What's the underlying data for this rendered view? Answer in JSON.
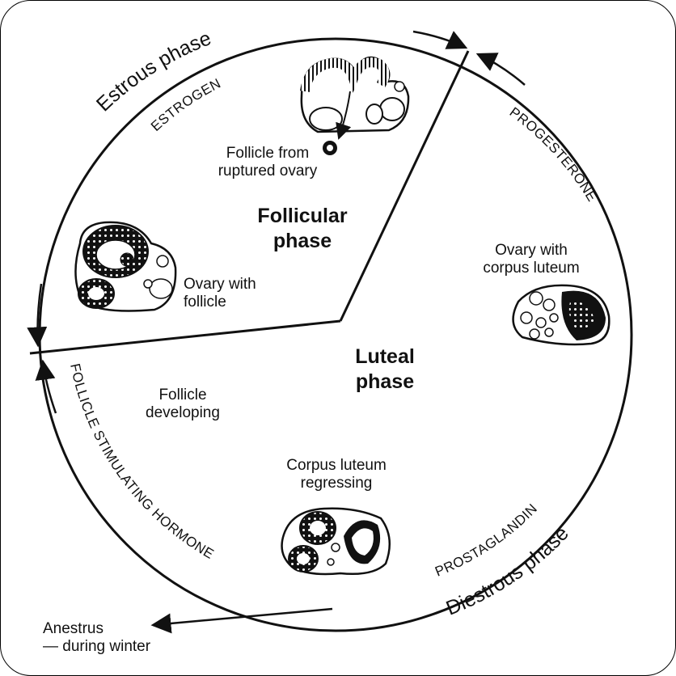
{
  "phases": {
    "follicular": "Follicular\nphase",
    "luteal": "Luteal\nphase"
  },
  "arc_labels": {
    "estrous": "Estrous phase",
    "estrogen": "ESTROGEN",
    "progesterone": "PROGESTERONE",
    "prostaglandin": "PROSTAGLANDIN",
    "diestrous": "Diestrous phase",
    "fsh": "FOLLICLE STIMULATING HORMONE"
  },
  "annotations": {
    "follicle_ruptured": "Follicle from\nruptured ovary",
    "ovary_follicle": "Ovary with\nfollicle",
    "ovary_corpus_luteum": "Ovary with\ncorpus luteum",
    "follicle_developing": "Follicle\ndeveloping",
    "corpus_regressing": "Corpus luteum\nregressing",
    "anestrus": "Anestrus\n— during winter"
  },
  "colors": {
    "ink": "#111111",
    "background": "#ffffff"
  }
}
